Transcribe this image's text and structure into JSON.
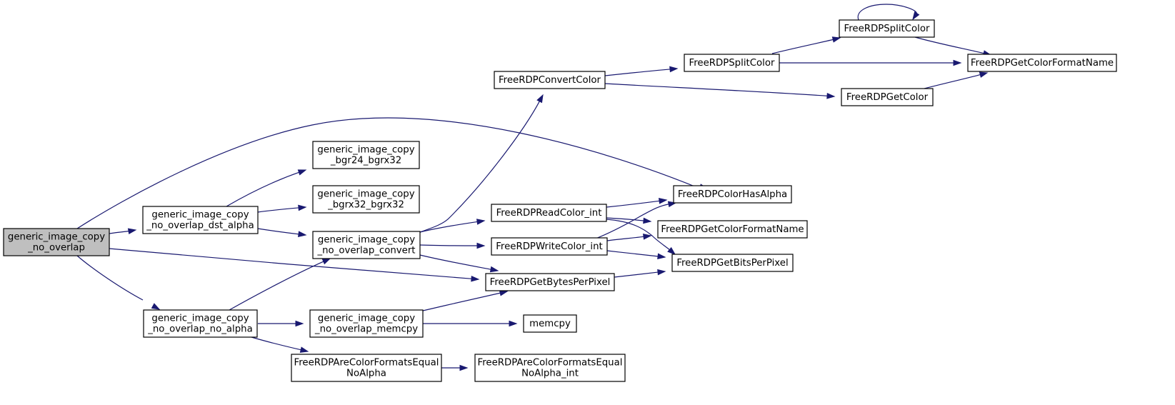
{
  "graph": {
    "node_fill": "#ffffff",
    "root_fill": "#bfbfbf",
    "edge_color": "#191970",
    "nodes": [
      {
        "id": "root",
        "root": true,
        "lines": [
          "generic_image_copy",
          "_no_overlap"
        ]
      },
      {
        "id": "dst_alpha",
        "lines": [
          "generic_image_copy",
          "_no_overlap_dst_alpha"
        ]
      },
      {
        "id": "no_alpha",
        "lines": [
          "generic_image_copy",
          "_no_overlap_no_alpha"
        ]
      },
      {
        "id": "bgr24",
        "lines": [
          "generic_image_copy",
          "_bgr24_bgrx32"
        ]
      },
      {
        "id": "bgrx32",
        "lines": [
          "generic_image_copy",
          "_bgrx32_bgrx32"
        ]
      },
      {
        "id": "convert",
        "lines": [
          "generic_image_copy",
          "_no_overlap_convert"
        ]
      },
      {
        "id": "memcpy_fn",
        "lines": [
          "generic_image_copy",
          "_no_overlap_memcpy"
        ]
      },
      {
        "id": "are_equal",
        "lines": [
          "FreeRDPAreColorFormatsEqual",
          "NoAlpha"
        ]
      },
      {
        "id": "convert_color",
        "lines": [
          "FreeRDPConvertColor"
        ]
      },
      {
        "id": "read_color",
        "lines": [
          "FreeRDPReadColor_int"
        ]
      },
      {
        "id": "write_color",
        "lines": [
          "FreeRDPWriteColor_int"
        ]
      },
      {
        "id": "bytes_pp",
        "lines": [
          "FreeRDPGetBytesPerPixel"
        ]
      },
      {
        "id": "memcpy",
        "lines": [
          "memcpy"
        ]
      },
      {
        "id": "are_equal_int",
        "lines": [
          "FreeRDPAreColorFormatsEqual",
          "NoAlpha_int"
        ]
      },
      {
        "id": "split_a",
        "lines": [
          "FreeRDPSplitColor"
        ]
      },
      {
        "id": "get_color",
        "lines": [
          "FreeRDPGetColor"
        ]
      },
      {
        "id": "has_alpha",
        "lines": [
          "FreeRDPColorHasAlpha"
        ]
      },
      {
        "id": "fmt_name_a",
        "lines": [
          "FreeRDPGetColorFormatName"
        ]
      },
      {
        "id": "bits_pp",
        "lines": [
          "FreeRDPGetBitsPerPixel"
        ]
      },
      {
        "id": "split_b",
        "lines": [
          "FreeRDPSplitColor"
        ]
      },
      {
        "id": "fmt_name_b",
        "lines": [
          "FreeRDPGetColorFormatName"
        ]
      }
    ],
    "edges": [
      {
        "from": "root",
        "to": "dst_alpha"
      },
      {
        "from": "root",
        "to": "no_alpha"
      },
      {
        "from": "root",
        "to": "has_alpha"
      },
      {
        "from": "root",
        "to": "bytes_pp"
      },
      {
        "from": "dst_alpha",
        "to": "bgr24"
      },
      {
        "from": "dst_alpha",
        "to": "bgrx32"
      },
      {
        "from": "dst_alpha",
        "to": "convert"
      },
      {
        "from": "no_alpha",
        "to": "convert"
      },
      {
        "from": "no_alpha",
        "to": "memcpy_fn"
      },
      {
        "from": "no_alpha",
        "to": "are_equal"
      },
      {
        "from": "convert",
        "to": "convert_color"
      },
      {
        "from": "convert",
        "to": "read_color"
      },
      {
        "from": "convert",
        "to": "write_color"
      },
      {
        "from": "convert",
        "to": "bytes_pp"
      },
      {
        "from": "memcpy_fn",
        "to": "bytes_pp"
      },
      {
        "from": "memcpy_fn",
        "to": "memcpy"
      },
      {
        "from": "are_equal",
        "to": "are_equal_int"
      },
      {
        "from": "convert_color",
        "to": "split_a"
      },
      {
        "from": "convert_color",
        "to": "get_color"
      },
      {
        "from": "read_color",
        "to": "has_alpha"
      },
      {
        "from": "read_color",
        "to": "fmt_name_b"
      },
      {
        "from": "read_color",
        "to": "bits_pp"
      },
      {
        "from": "write_color",
        "to": "has_alpha"
      },
      {
        "from": "write_color",
        "to": "fmt_name_b"
      },
      {
        "from": "write_color",
        "to": "bits_pp"
      },
      {
        "from": "bytes_pp",
        "to": "bits_pp"
      },
      {
        "from": "split_a",
        "to": "split_b"
      },
      {
        "from": "split_a",
        "to": "fmt_name_a"
      },
      {
        "from": "get_color",
        "to": "fmt_name_a"
      },
      {
        "from": "split_b",
        "to": "fmt_name_a"
      },
      {
        "from": "split_b",
        "to": "split_b"
      }
    ]
  }
}
